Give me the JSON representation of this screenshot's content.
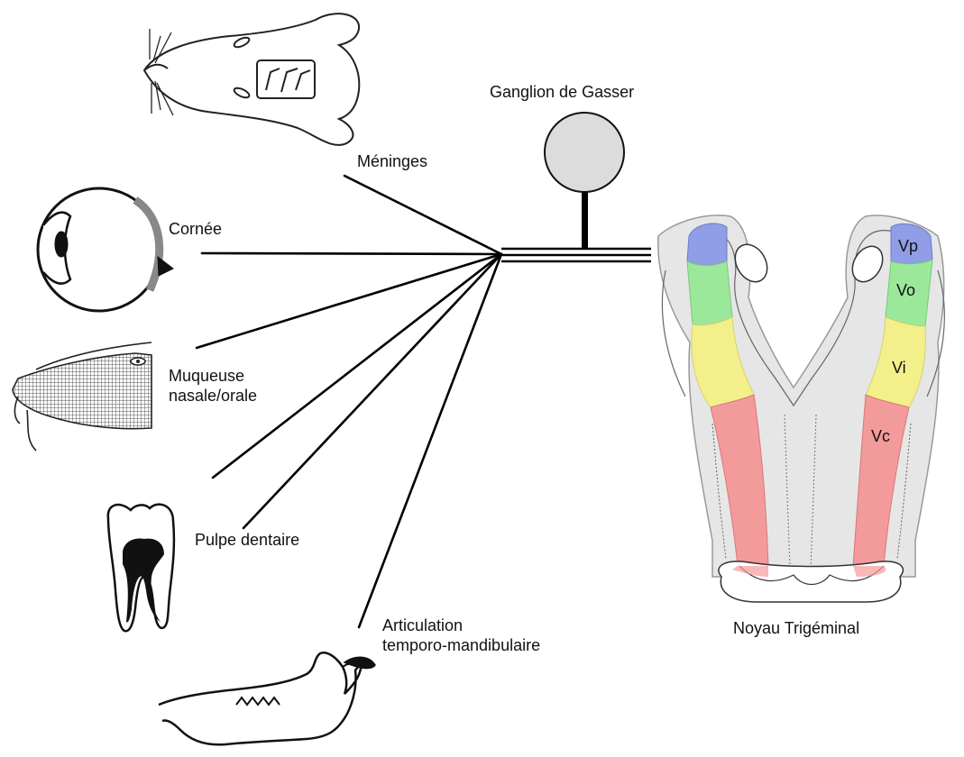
{
  "labels": {
    "meninges": "Méninges",
    "cornee": "Cornée",
    "muqueuse_line1": "Muqueuse",
    "muqueuse_line2": "nasale/orale",
    "pulpe": "Pulpe dentaire",
    "articulation_line1": "Articulation",
    "articulation_line2": "temporo-mandibulaire",
    "ganglion": "Ganglion de Gasser",
    "noyau": "Noyau Trigéminal"
  },
  "subnuclei": [
    {
      "label": "Vp",
      "color": "#8f9ee6"
    },
    {
      "label": "Vo",
      "color": "#9be89b"
    },
    {
      "label": "Vi",
      "color": "#f3f08c"
    },
    {
      "label": "Vc",
      "color": "#f39a9a"
    }
  ],
  "colors": {
    "line": "#000000",
    "ganglion_fill": "#dcdcdc",
    "brainstem_fill": "#e6e6e6"
  },
  "icons": [
    "rat-head-icon",
    "eye-icon",
    "snout-icon",
    "tooth-icon",
    "jaw-icon",
    "ganglion-icon",
    "brainstem-icon"
  ]
}
